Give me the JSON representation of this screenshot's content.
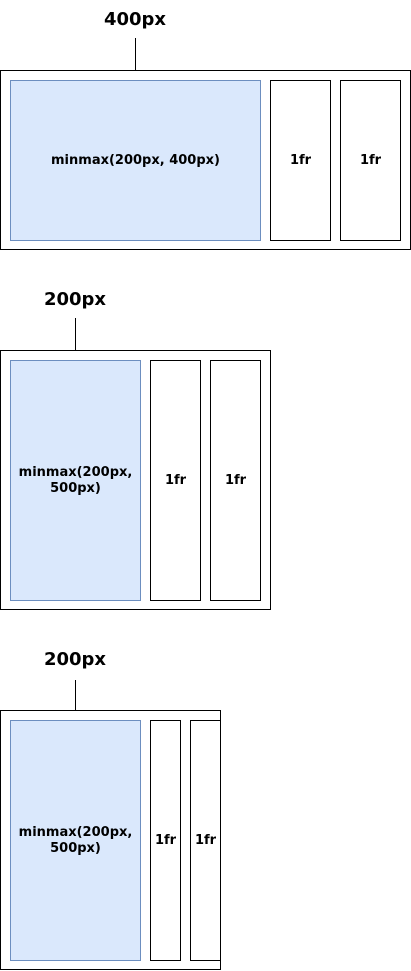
{
  "diagrams": [
    {
      "top_label": "400px",
      "main_cell": "minmax(200px, 400px)",
      "fr_cells": [
        "1fr",
        "1fr"
      ]
    },
    {
      "top_label": "200px",
      "main_cell": "minmax(200px, 500px)",
      "fr_cells": [
        "1fr",
        "1fr"
      ]
    },
    {
      "top_label": "200px",
      "main_cell": "minmax(200px, 500px)",
      "fr_cells": [
        "1fr",
        "1fr"
      ]
    }
  ],
  "colors": {
    "minmax_fill": "#dae8fc",
    "minmax_border": "#6c8ebf",
    "stroke": "#000000"
  }
}
